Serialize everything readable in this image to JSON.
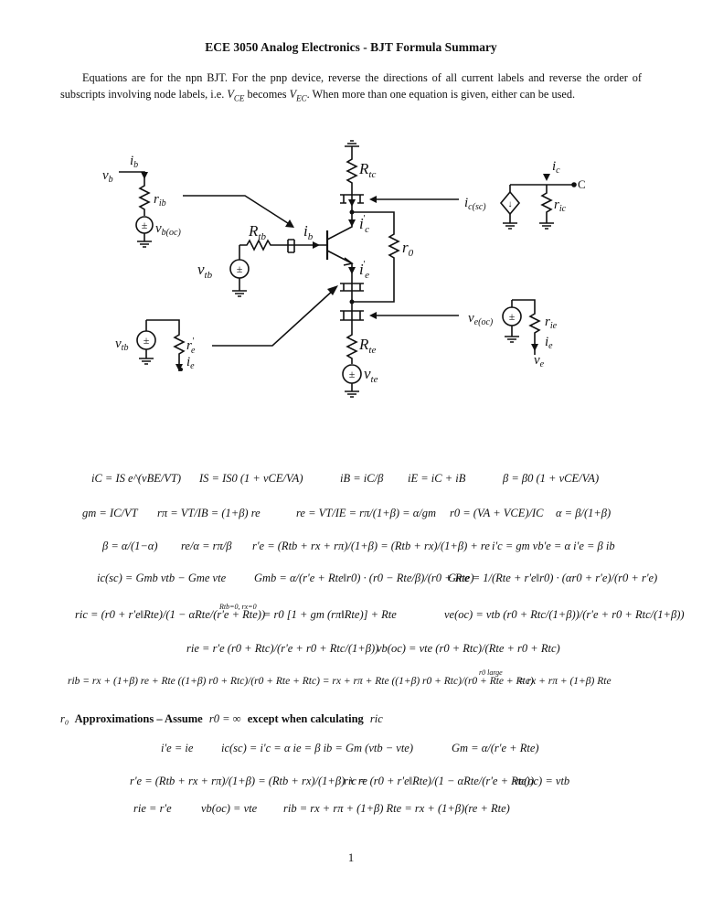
{
  "document": {
    "title": "ECE 3050 Analog Electronics - BJT Formula Summary",
    "intro_text": "Equations are for the npn BJT. For the pnp device, reverse the directions of all current labels and reverse the order of subscripts involving node labels, i.e. V_CE becomes V_EC. When more than one equation is given, either can be used.",
    "intro_part1": "Equations are for the npn BJT. For the pnp device, reverse the directions of all current labels and reverse the order of subscripts involving node labels, i.e. ",
    "intro_vce": "V",
    "intro_vce_sub": "CE",
    "intro_part2": " becomes ",
    "intro_vec": "V",
    "intro_vec_sub": "EC",
    "intro_part3": ". When more than one equation is given, either can be used.",
    "page_number": "1"
  },
  "circuit_labels": {
    "vb": "v",
    "vb_sub": "b",
    "ib_left": "i",
    "ib_left_sub": "b",
    "rib": "r",
    "rib_sub": "ib",
    "vboc": "v",
    "vboc_sub": "b(oc)",
    "rtb": "R",
    "rtb_sub": "tb",
    "vtb": "v",
    "vtb_sub": "tb",
    "ib_center": "i",
    "ib_center_sub": "b",
    "rtc": "R",
    "rtc_sub": "tc",
    "ic_prime": "i",
    "ic_prime_sub": "c",
    "ie_prime": "i",
    "ie_prime_sub": "e",
    "r0": "r",
    "r0_sub": "0",
    "rte": "R",
    "rte_sub": "te",
    "vte": "v",
    "vte_sub": "te",
    "icsc": "i",
    "icsc_sub": "c(sc)",
    "ic_right": "i",
    "ic_right_sub": "c",
    "c_node": "C",
    "ric": "r",
    "ric_sub": "ic",
    "veoc": "v",
    "veoc_sub": "e(oc)",
    "rie": "r",
    "rie_sub": "ie",
    "ie_right": "i",
    "ie_right_sub": "e",
    "ve": "v",
    "ve_sub": "e",
    "vtb_bottom": "v",
    "vtb_bottom_sub": "tb",
    "re_prime": "r",
    "re_prime_sub": "e",
    "ie_bottom": "i",
    "ie_bottom_sub": "e"
  },
  "equations": {
    "line1": [
      "iC = IS e^(vBE/VT)",
      "IS = IS0 (1 + vCE/VA)",
      "iB = iC/β",
      "iE = iC + iB",
      "β = β0 (1 + vCE/VA)"
    ],
    "line2": [
      "gm = IC/VT",
      "rπ = VT/IB = (1+β) re",
      "re = VT/IE = rπ/(1+β) = α/gm",
      "r0 = (VA + VCE)/IC",
      "α = β/(1+β)"
    ],
    "line3": [
      "β = α/(1−α)",
      "re/α = rπ/β",
      "r'e = (Rtb + rx + rπ)/(1+β) = (Rtb + rx)/(1+β) + re",
      "i'c = gm vb'e = α i'e = β ib"
    ],
    "line4": [
      "ic(sc) = Gmb vtb − Gme vte",
      "Gmb = α/(r'e + Rte‖r0) · (r0 − Rte/β)/(r0 + Rte)",
      "Gme = 1/(Rte + r'e‖r0) · (αr0 + r'e)/(r0 + r'e)"
    ],
    "line5": [
      "ric = (r0 + r'e‖Rte)/(1 − αRte/(r'e + Rte))",
      "Rtb=0, rx=0",
      "= r0 [1 + gm (rπ‖Rte)] + Rte",
      "ve(oc) = vtb (r0 + Rtc/(1+β))/(r'e + r0 + Rtc/(1+β))"
    ],
    "line6": [
      "rie = r'e (r0 + Rtc)/(r'e + r0 + Rtc/(1+β))",
      "vb(oc) = vte (r0 + Rtc)/(Rte + r0 + Rtc)"
    ],
    "line7": [
      "rib = rx + (1+β) re + Rte ((1+β) r0 + Rtc)/(r0 + Rte + Rtc) = rx + rπ + Rte ((1+β) r0 + Rtc)/(r0 + Rte + Rtc)",
      "r0 large",
      "= rx + rπ + (1+β) Rte"
    ]
  },
  "approx": {
    "heading_pre": "Approximations – Assume",
    "heading_mid": "r0 = ∞",
    "heading_post": "except when calculating",
    "heading_end": "ric",
    "line1": [
      "i'e = ie",
      "ic(sc) = i'c = α ie = β ib = Gm (vtb − vte)",
      "Gm = α/(r'e + Rte)"
    ],
    "line2": [
      "r'e = (Rtb + rx + rπ)/(1+β) = (Rtb + rx)/(1+β) + re",
      "ric = (r0 + r'e‖Rte)/(1 − αRte/(r'e + Rte))",
      "ve(oc) = vtb"
    ],
    "line3": [
      "rie = r'e",
      "vb(oc) = vte",
      "rib = rx + rπ + (1+β) Rte = rx + (1+β)(re + Rte)"
    ]
  }
}
